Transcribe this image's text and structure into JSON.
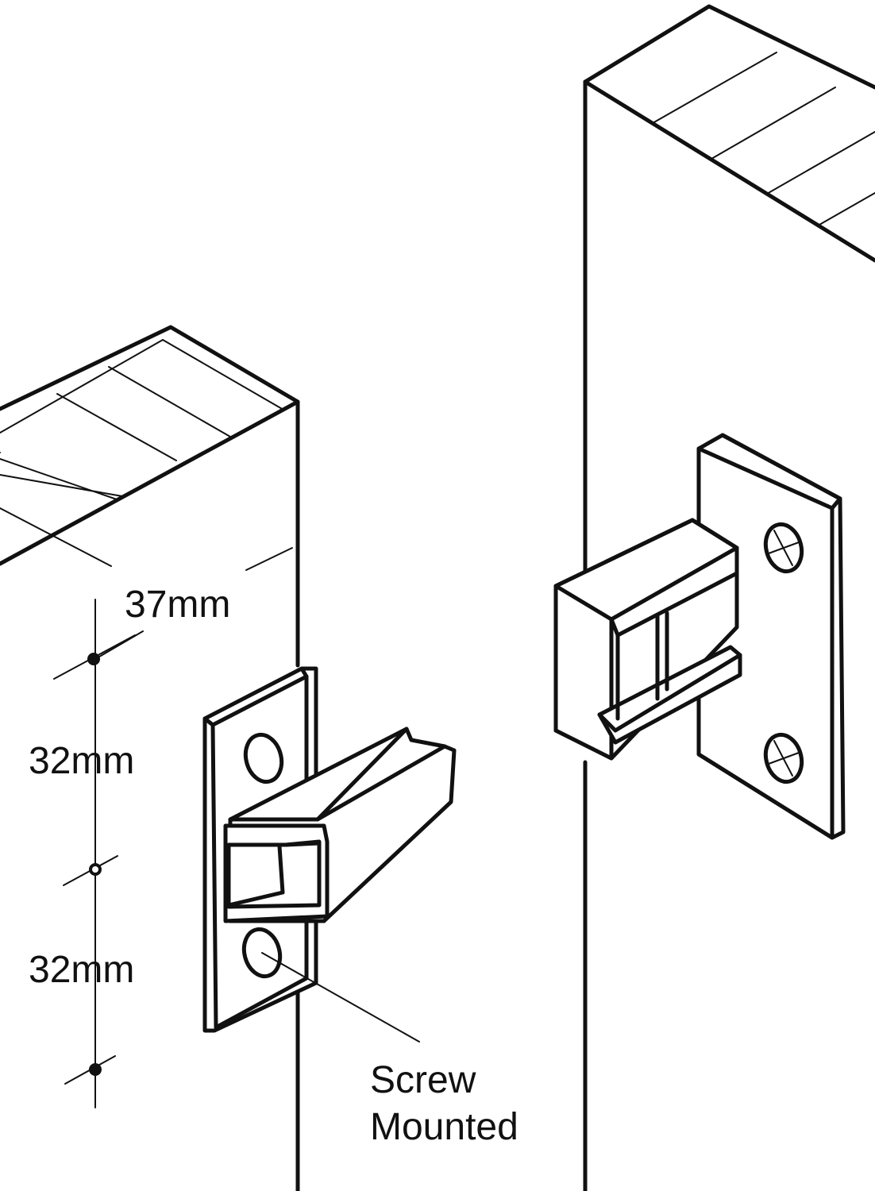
{
  "dimensions": {
    "edge_offset": "37mm",
    "hole_spacing_1": "32mm",
    "hole_spacing_2": "32mm"
  },
  "caption": {
    "line1": "Screw",
    "line2": "Mounted"
  },
  "colors": {
    "line": "#111111",
    "background": "#ffffff"
  }
}
